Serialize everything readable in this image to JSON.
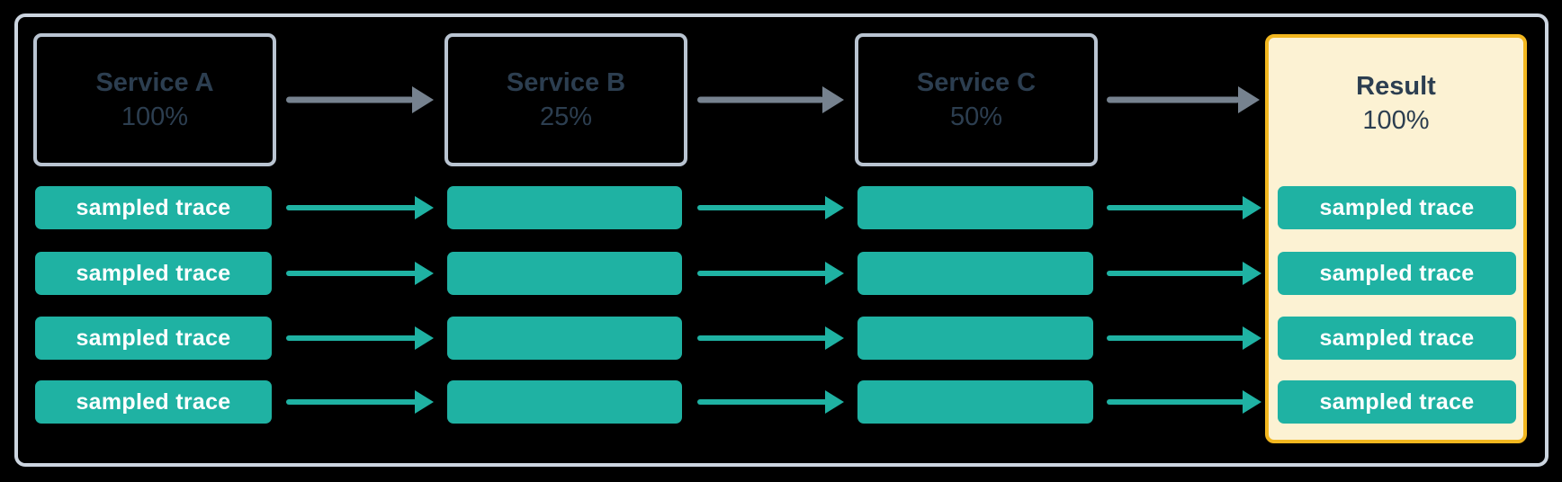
{
  "diagram": {
    "title_hint": "head-based sampling flow",
    "trace_label": "sampled trace",
    "trace_rows": 4,
    "services": [
      {
        "name": "Service A",
        "rate": "100%"
      },
      {
        "name": "Service B",
        "rate": "25%"
      },
      {
        "name": "Service C",
        "rate": "50%"
      }
    ],
    "result": {
      "name": "Result",
      "rate": "100%"
    }
  },
  "colors": {
    "teal": "#1fb2a3",
    "arrow-gray": "#76828f",
    "box-border": "#b9c4d1",
    "container-border": "#ccd5e0",
    "service-text": "#2c3e50",
    "result-border": "#f2b71f",
    "result-fill": "#fcf2d3",
    "trace-text": "#ffffff",
    "background": "#000000"
  }
}
